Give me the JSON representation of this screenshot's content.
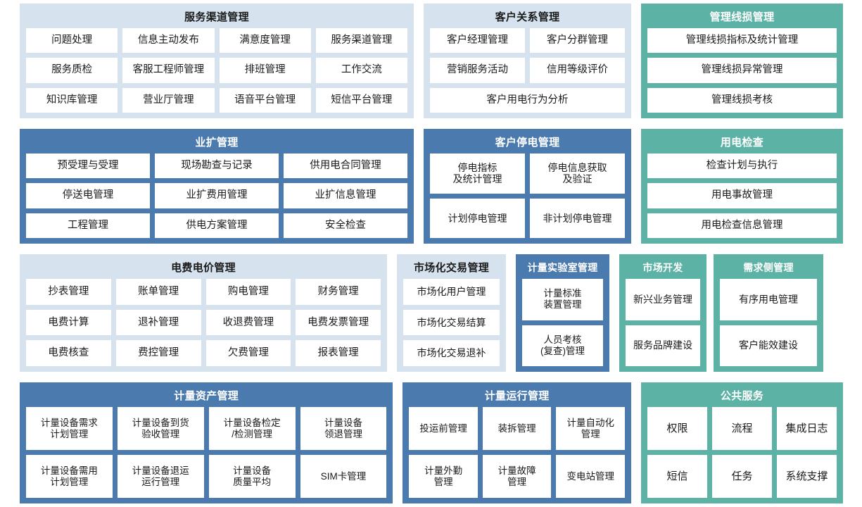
{
  "theme": {
    "light_panel_bg": "#d6e3ef",
    "blue_panel_bg": "#4a7aae",
    "green_panel_bg": "#5cb2a4",
    "cell_bg": "#ffffff",
    "page_bg": "#ffffff",
    "dark_text": "#1a1a1a",
    "light_text": "#ffffff"
  },
  "panels": {
    "service_channel": {
      "title": "服务渠道管理",
      "rows": [
        [
          "问题处理",
          "信息主动发布",
          "满意度管理",
          "服务渠道管理"
        ],
        [
          "服务质检",
          "客服工程师管理",
          "排班管理",
          "工作交流"
        ],
        [
          "知识库管理",
          "营业厅管理",
          "语音平台管理",
          "短信平台管理"
        ]
      ]
    },
    "customer_relation": {
      "title": "客户关系管理",
      "rows": [
        [
          "客户经理管理",
          "客户分群管理"
        ],
        [
          "营销服务活动",
          "信用等级评价"
        ],
        [
          "客户用电行为分析"
        ]
      ]
    },
    "line_loss": {
      "title": "管理线损管理",
      "rows": [
        [
          "管理线损指标及统计管理"
        ],
        [
          "管理线损异常管理"
        ],
        [
          "管理线损考核"
        ]
      ]
    },
    "business_expansion": {
      "title": "业扩管理",
      "rows": [
        [
          "预受理与受理",
          "现场勘查与记录",
          "供用电合同管理"
        ],
        [
          "停送电管理",
          "业扩费用管理",
          "业扩信息管理"
        ],
        [
          "工程管理",
          "供电方案管理",
          "安全检查"
        ]
      ]
    },
    "customer_outage": {
      "title": "客户停电管理",
      "rows": [
        [
          "停电指标\n及统计管理",
          "停电信息获取\n及验证"
        ],
        [
          "计划停电管理",
          "非计划停电管理"
        ]
      ]
    },
    "power_inspection": {
      "title": "用电检查",
      "rows": [
        [
          "检查计划与执行"
        ],
        [
          "用电事故管理"
        ],
        [
          "用电检查信息管理"
        ]
      ]
    },
    "tariff": {
      "title": "电费电价管理",
      "rows": [
        [
          "抄表管理",
          "账单管理",
          "购电管理",
          "财务管理"
        ],
        [
          "电费计算",
          "退补管理",
          "收退费管理",
          "电费发票管理"
        ],
        [
          "电费核查",
          "费控管理",
          "欠费管理",
          "报表管理"
        ]
      ]
    },
    "market_trading": {
      "title": "市场化交易管理",
      "rows": [
        [
          "市场化用户管理"
        ],
        [
          "市场化交易结算"
        ],
        [
          "市场化交易退补"
        ]
      ]
    },
    "metering_lab": {
      "title": "计量实验室管理",
      "rows": [
        [
          "计量标准\n装置管理"
        ],
        [
          "人员考核\n(复查)管理"
        ]
      ]
    },
    "market_development": {
      "title": "市场开发",
      "rows": [
        [
          "新兴业务管理"
        ],
        [
          "服务品牌建设"
        ]
      ]
    },
    "demand_side": {
      "title": "需求侧管理",
      "rows": [
        [
          "有序用电管理"
        ],
        [
          "客户能效建设"
        ]
      ]
    },
    "metering_asset": {
      "title": "计量资产管理",
      "rows": [
        [
          "计量设备需求\n计划管理",
          "计量设备到货\n验收管理",
          "计量设备检定\n/检测管理",
          "计量设备\n领退管理"
        ],
        [
          "计量设备需用\n计划管理",
          "计量设备退运\n运行管理",
          "计量设备\n质量平均",
          "SIM卡管理"
        ]
      ]
    },
    "metering_operation": {
      "title": "计量运行管理",
      "rows": [
        [
          "投运前管理",
          "装拆管理",
          "计量自动化\n管理"
        ],
        [
          "计量外勤\n管理",
          "计量故障\n管理",
          "变电站管理"
        ]
      ]
    },
    "public_service": {
      "title": "公共服务",
      "rows": [
        [
          "权限",
          "流程",
          "集成日志"
        ],
        [
          "短信",
          "任务",
          "系统支撑"
        ]
      ]
    }
  }
}
